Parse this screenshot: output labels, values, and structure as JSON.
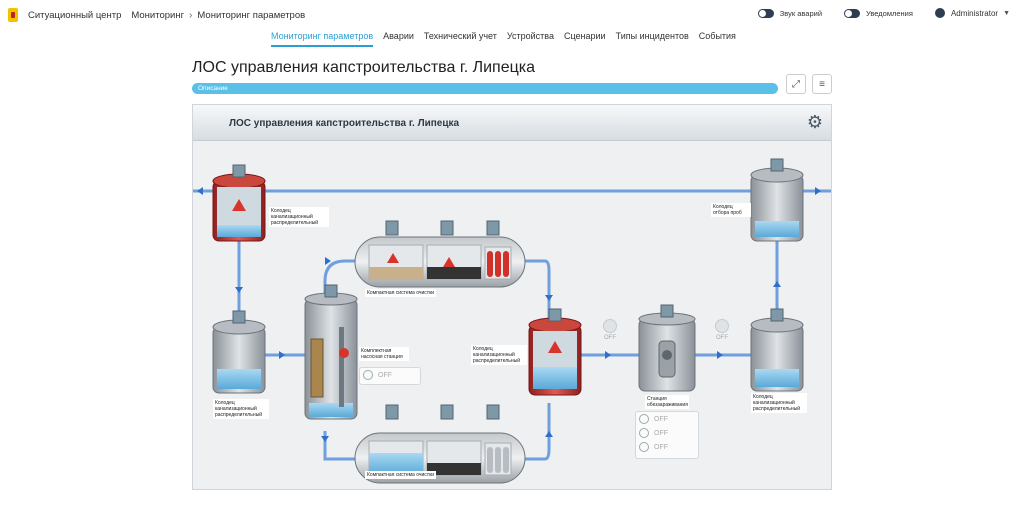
{
  "topbar": {
    "breadcrumbs": [
      "Ситуационный центр",
      "Мониторинг",
      "Мониторинг параметров"
    ],
    "crumb_sep": "›",
    "toggles": [
      {
        "label": "Звук аварий"
      },
      {
        "label": "Уведомления"
      }
    ],
    "user": "Administrator",
    "caret": "▼"
  },
  "nav": {
    "tabs": [
      {
        "label": "Мониторинг параметров",
        "active": true
      },
      {
        "label": "Аварии"
      },
      {
        "label": "Технический учет"
      },
      {
        "label": "Устройства"
      },
      {
        "label": "Сценарии"
      },
      {
        "label": "Типы инцидентов"
      },
      {
        "label": "События"
      }
    ]
  },
  "page": {
    "title": "ЛОС управления капстроительства г. Липецка",
    "description_label": "Описание",
    "expand_icon": "⤢",
    "menu_icon": "≡"
  },
  "scheme": {
    "title": "ЛОС управления капстроительства г. Липецка",
    "gear_icon": "⚙",
    "labels": {
      "well_top_left": "Колодец канализационный распределительный",
      "well_bottom_left": "Колодец канализационный распределительный",
      "compact_top": "Компактная система очистки",
      "compact_bottom": "Компактная система очистки",
      "pump_station": "Комплектная насосная станция",
      "well_center": "Колодец канализационный распределительный",
      "disinfection": "Станция обеззараживания",
      "sampling_well": "Колодец отбора проб",
      "well_bottom_right": "Колодец канализационный распределительный"
    },
    "off": "OFF",
    "colors": {
      "pipe": "#5b8ed6",
      "alarm_tank": "#c0392b",
      "water": "#7fc3e8",
      "accent": "#2a9fd6"
    }
  }
}
